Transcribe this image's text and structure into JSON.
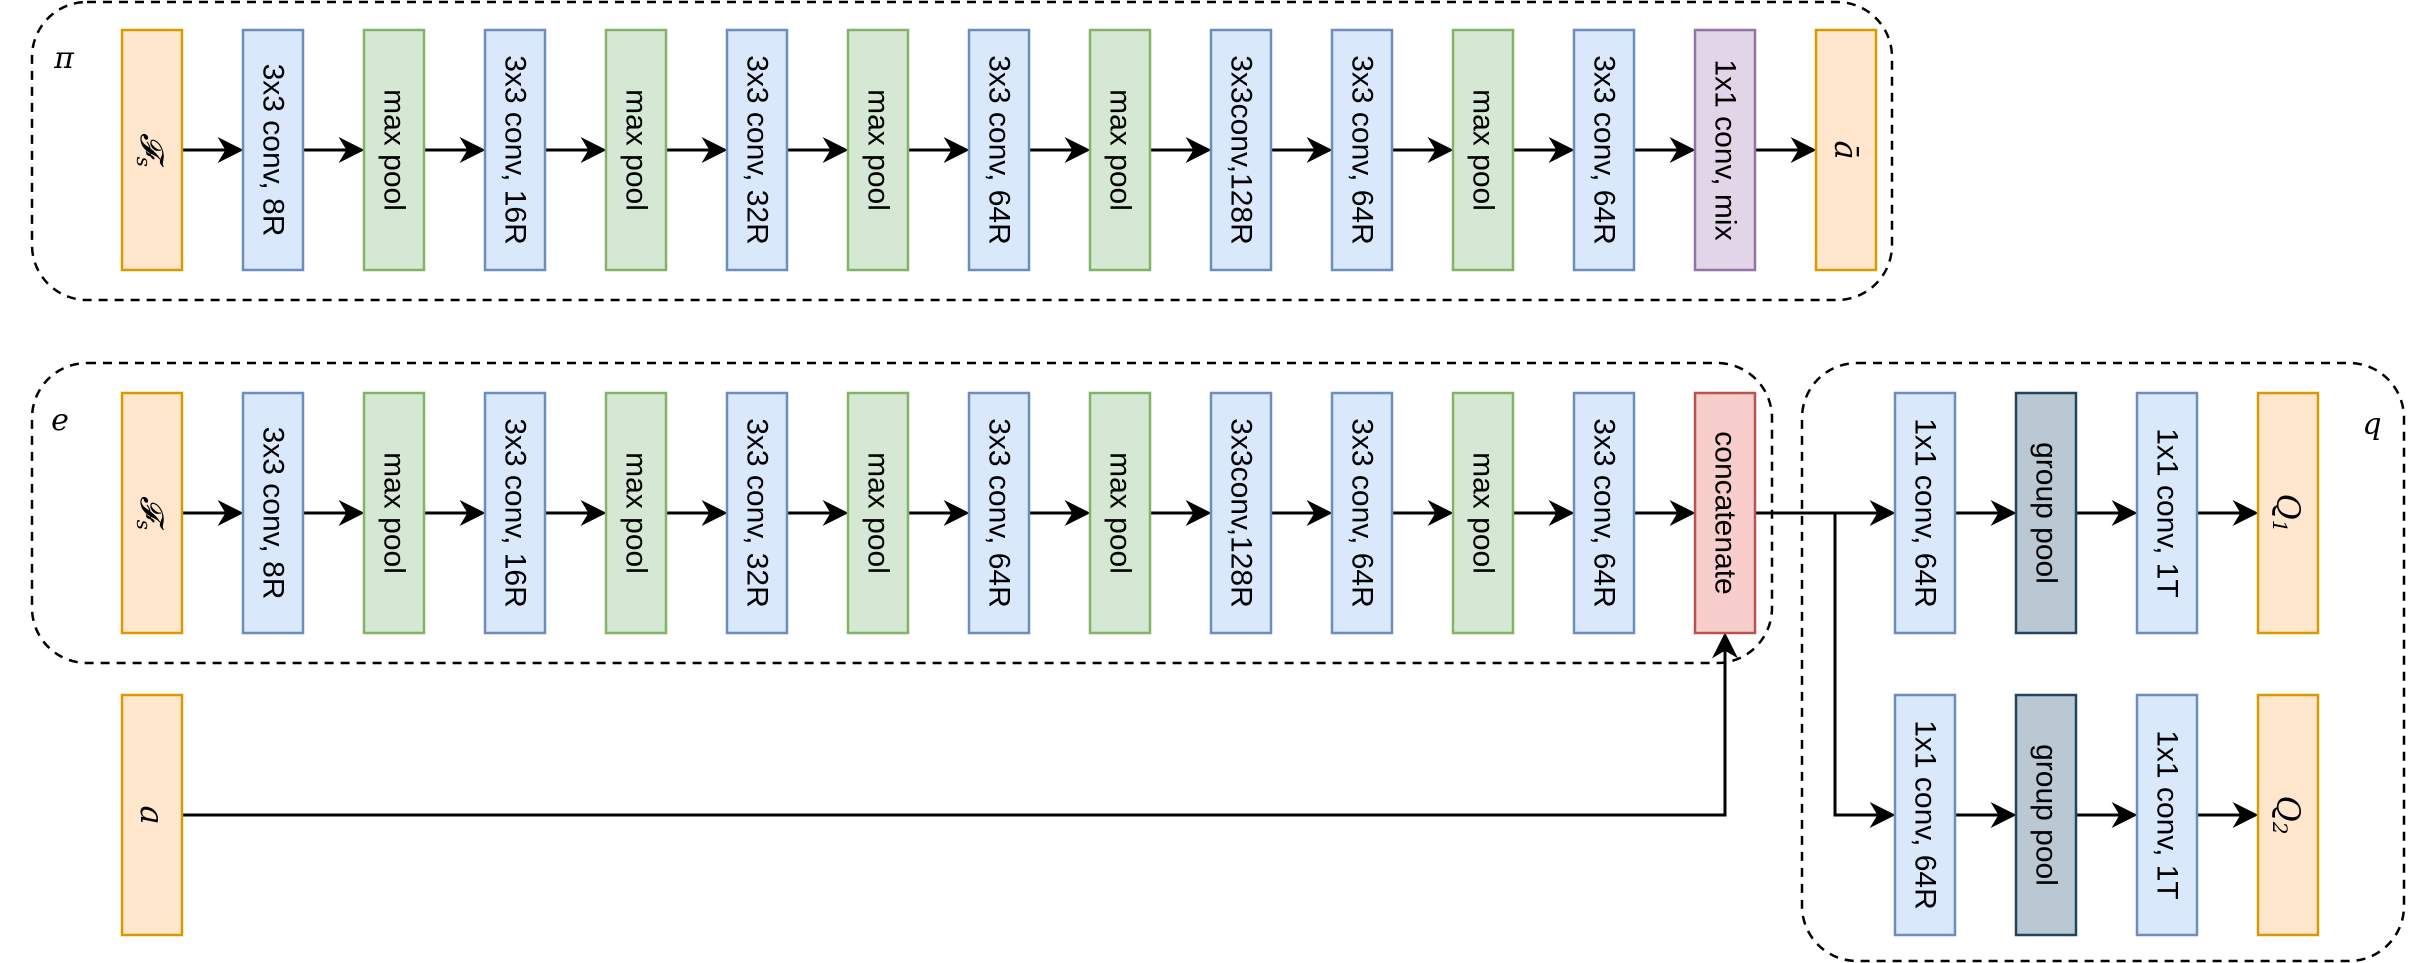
{
  "groups": [
    {
      "id": "policy",
      "label": "π"
    },
    {
      "id": "encoder",
      "label": "e"
    },
    {
      "id": "critic",
      "label": "q"
    }
  ],
  "colors": {
    "input_fill": "#ffe6cc",
    "input_stroke": "#d79b00",
    "conv_fill": "#dae8fc",
    "conv_stroke": "#6c8ebf",
    "pool_fill": "#d5e8d4",
    "pool_stroke": "#82b366",
    "mix_fill": "#e1d5e7",
    "mix_stroke": "#9673a6",
    "concat_fill": "#f8cecc",
    "concat_stroke": "#b85450",
    "grouppool_fill": "#bac8d3",
    "grouppool_stroke": "#23445d"
  },
  "policy_row": [
    {
      "kind": "math",
      "text": "𝓕",
      "sub": "s",
      "style": "input"
    },
    {
      "kind": "text",
      "text": "3x3 conv, 8R",
      "style": "conv"
    },
    {
      "kind": "text",
      "text": "max pool",
      "style": "pool"
    },
    {
      "kind": "text",
      "text": "3x3 conv, 16R",
      "style": "conv"
    },
    {
      "kind": "text",
      "text": "max pool",
      "style": "pool"
    },
    {
      "kind": "text",
      "text": "3x3 conv, 32R",
      "style": "conv"
    },
    {
      "kind": "text",
      "text": "max pool",
      "style": "pool"
    },
    {
      "kind": "text",
      "text": "3x3 conv, 64R",
      "style": "conv"
    },
    {
      "kind": "text",
      "text": "max pool",
      "style": "pool"
    },
    {
      "kind": "text",
      "text": "3x3conv,128R",
      "style": "conv"
    },
    {
      "kind": "text",
      "text": "3x3 conv, 64R",
      "style": "conv"
    },
    {
      "kind": "text",
      "text": "max pool",
      "style": "pool"
    },
    {
      "kind": "text",
      "text": "3x3 conv, 64R",
      "style": "conv"
    },
    {
      "kind": "text",
      "text": "1x1 conv, mix",
      "style": "mix"
    },
    {
      "kind": "math",
      "text": "ā",
      "style": "input"
    }
  ],
  "encoder_row": [
    {
      "kind": "math",
      "text": "𝓕",
      "sub": "s",
      "style": "input"
    },
    {
      "kind": "text",
      "text": "3x3 conv, 8R",
      "style": "conv"
    },
    {
      "kind": "text",
      "text": "max pool",
      "style": "pool"
    },
    {
      "kind": "text",
      "text": "3x3 conv, 16R",
      "style": "conv"
    },
    {
      "kind": "text",
      "text": "max pool",
      "style": "pool"
    },
    {
      "kind": "text",
      "text": "3x3 conv, 32R",
      "style": "conv"
    },
    {
      "kind": "text",
      "text": "max pool",
      "style": "pool"
    },
    {
      "kind": "text",
      "text": "3x3 conv, 64R",
      "style": "conv"
    },
    {
      "kind": "text",
      "text": "max pool",
      "style": "pool"
    },
    {
      "kind": "text",
      "text": "3x3conv,128R",
      "style": "conv"
    },
    {
      "kind": "text",
      "text": "3x3 conv, 64R",
      "style": "conv"
    },
    {
      "kind": "text",
      "text": "max pool",
      "style": "pool"
    },
    {
      "kind": "text",
      "text": "3x3 conv, 64R",
      "style": "conv"
    },
    {
      "kind": "text",
      "text": "concatenate",
      "style": "concat"
    }
  ],
  "action_input": {
    "kind": "math",
    "text": "a",
    "style": "input"
  },
  "critic_branches": [
    [
      {
        "kind": "text",
        "text": "1x1 conv, 64R",
        "style": "conv"
      },
      {
        "kind": "text",
        "text": "group pool",
        "style": "grouppool"
      },
      {
        "kind": "text",
        "text": "1x1 conv, 1T",
        "style": "conv"
      },
      {
        "kind": "math",
        "text": "Q",
        "sub": "1",
        "style": "input"
      }
    ],
    [
      {
        "kind": "text",
        "text": "1x1 conv, 64R",
        "style": "conv"
      },
      {
        "kind": "text",
        "text": "group pool",
        "style": "grouppool"
      },
      {
        "kind": "text",
        "text": "1x1 conv, 1T",
        "style": "conv"
      },
      {
        "kind": "math",
        "text": "Q",
        "sub": "2",
        "style": "input"
      }
    ]
  ]
}
